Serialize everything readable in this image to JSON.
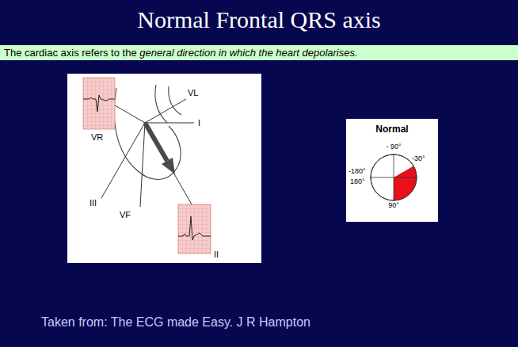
{
  "diagram": {
    "title": "Normal Frontal QRS axis",
    "caption": "Taken from: The ECG made Easy. J R Hampton",
    "nodes": [
      {
        "text": [
          "The cardiac axis refers to the",
          "general direction in which the heart depolarises."
        ]
      },
      {
        "text": [
          "Normal"
        ]
      }
    ],
    "labels": [
      "VR",
      "VL",
      "I",
      "III",
      "VF",
      "II",
      "- 90°",
      "-30°",
      "-180°",
      "180°",
      "90°"
    ]
  }
}
